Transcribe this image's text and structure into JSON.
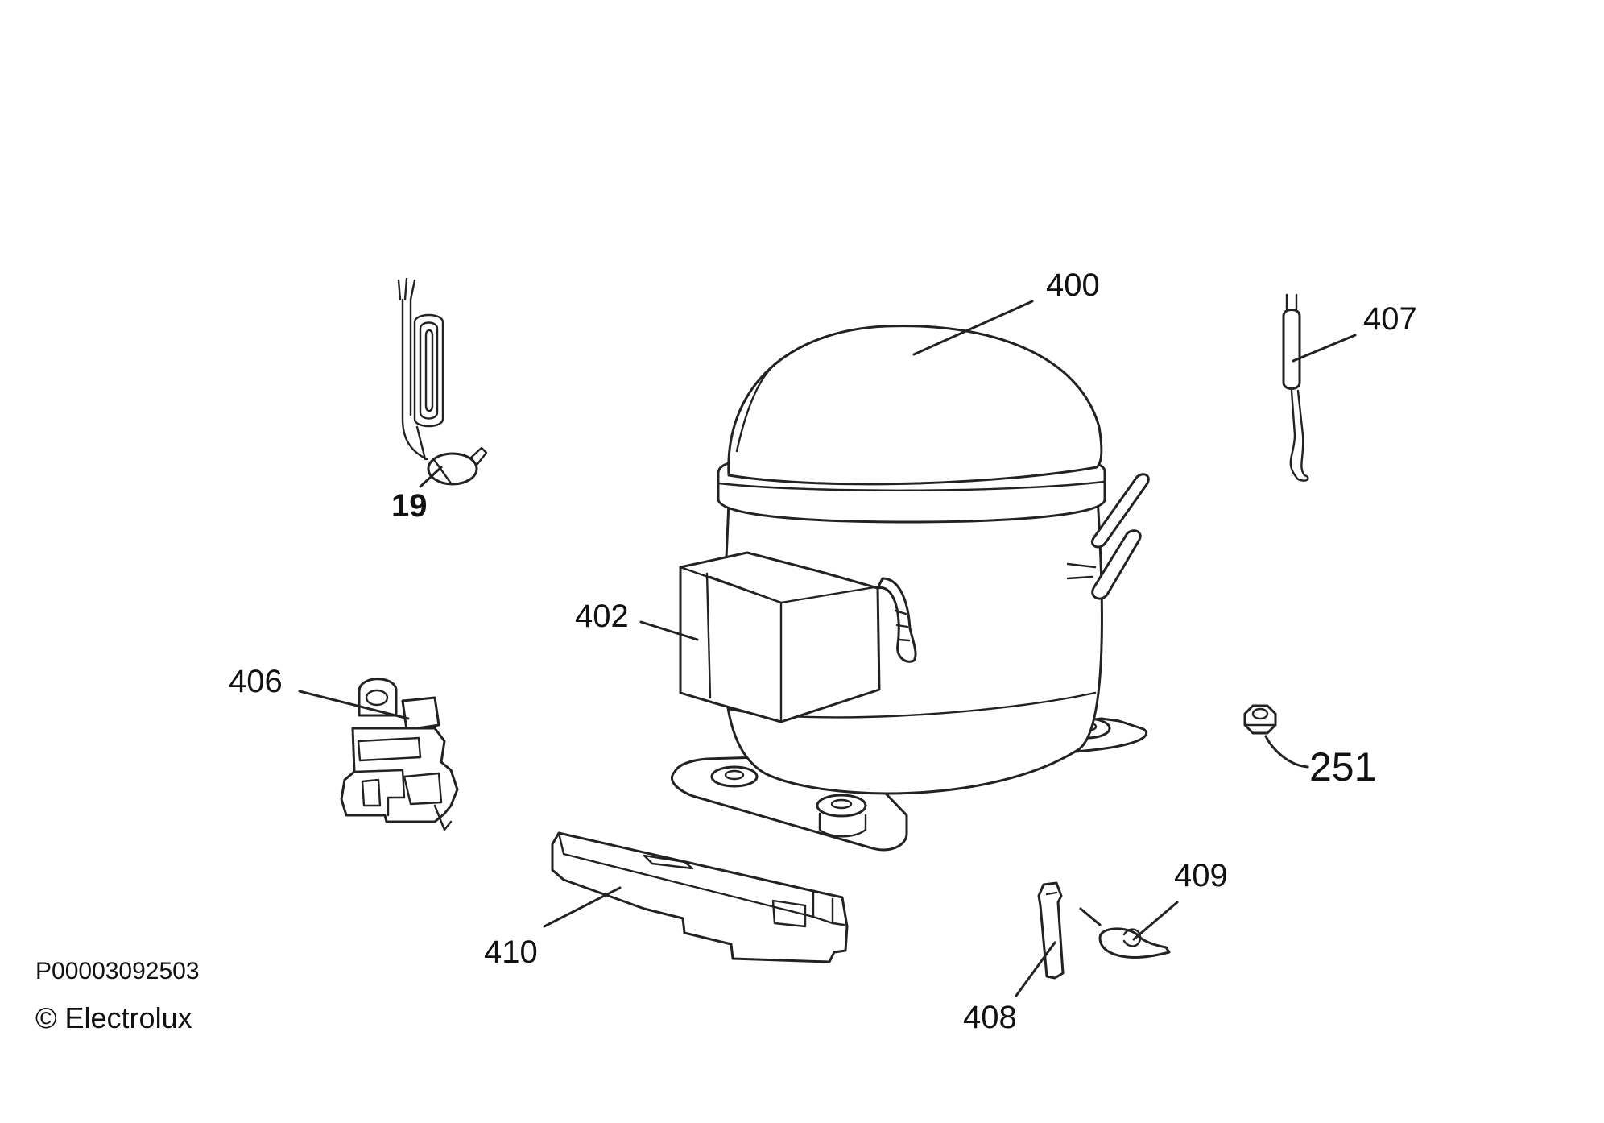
{
  "diagram": {
    "part_labels": {
      "p19": "19",
      "p400": "400",
      "p402": "402",
      "p406": "406",
      "p407": "407",
      "p408": "408",
      "p409": "409",
      "p410": "410",
      "p251": "251"
    },
    "footer": {
      "drawing_number": "P00003092503",
      "copyright": "© Electrolux"
    }
  }
}
